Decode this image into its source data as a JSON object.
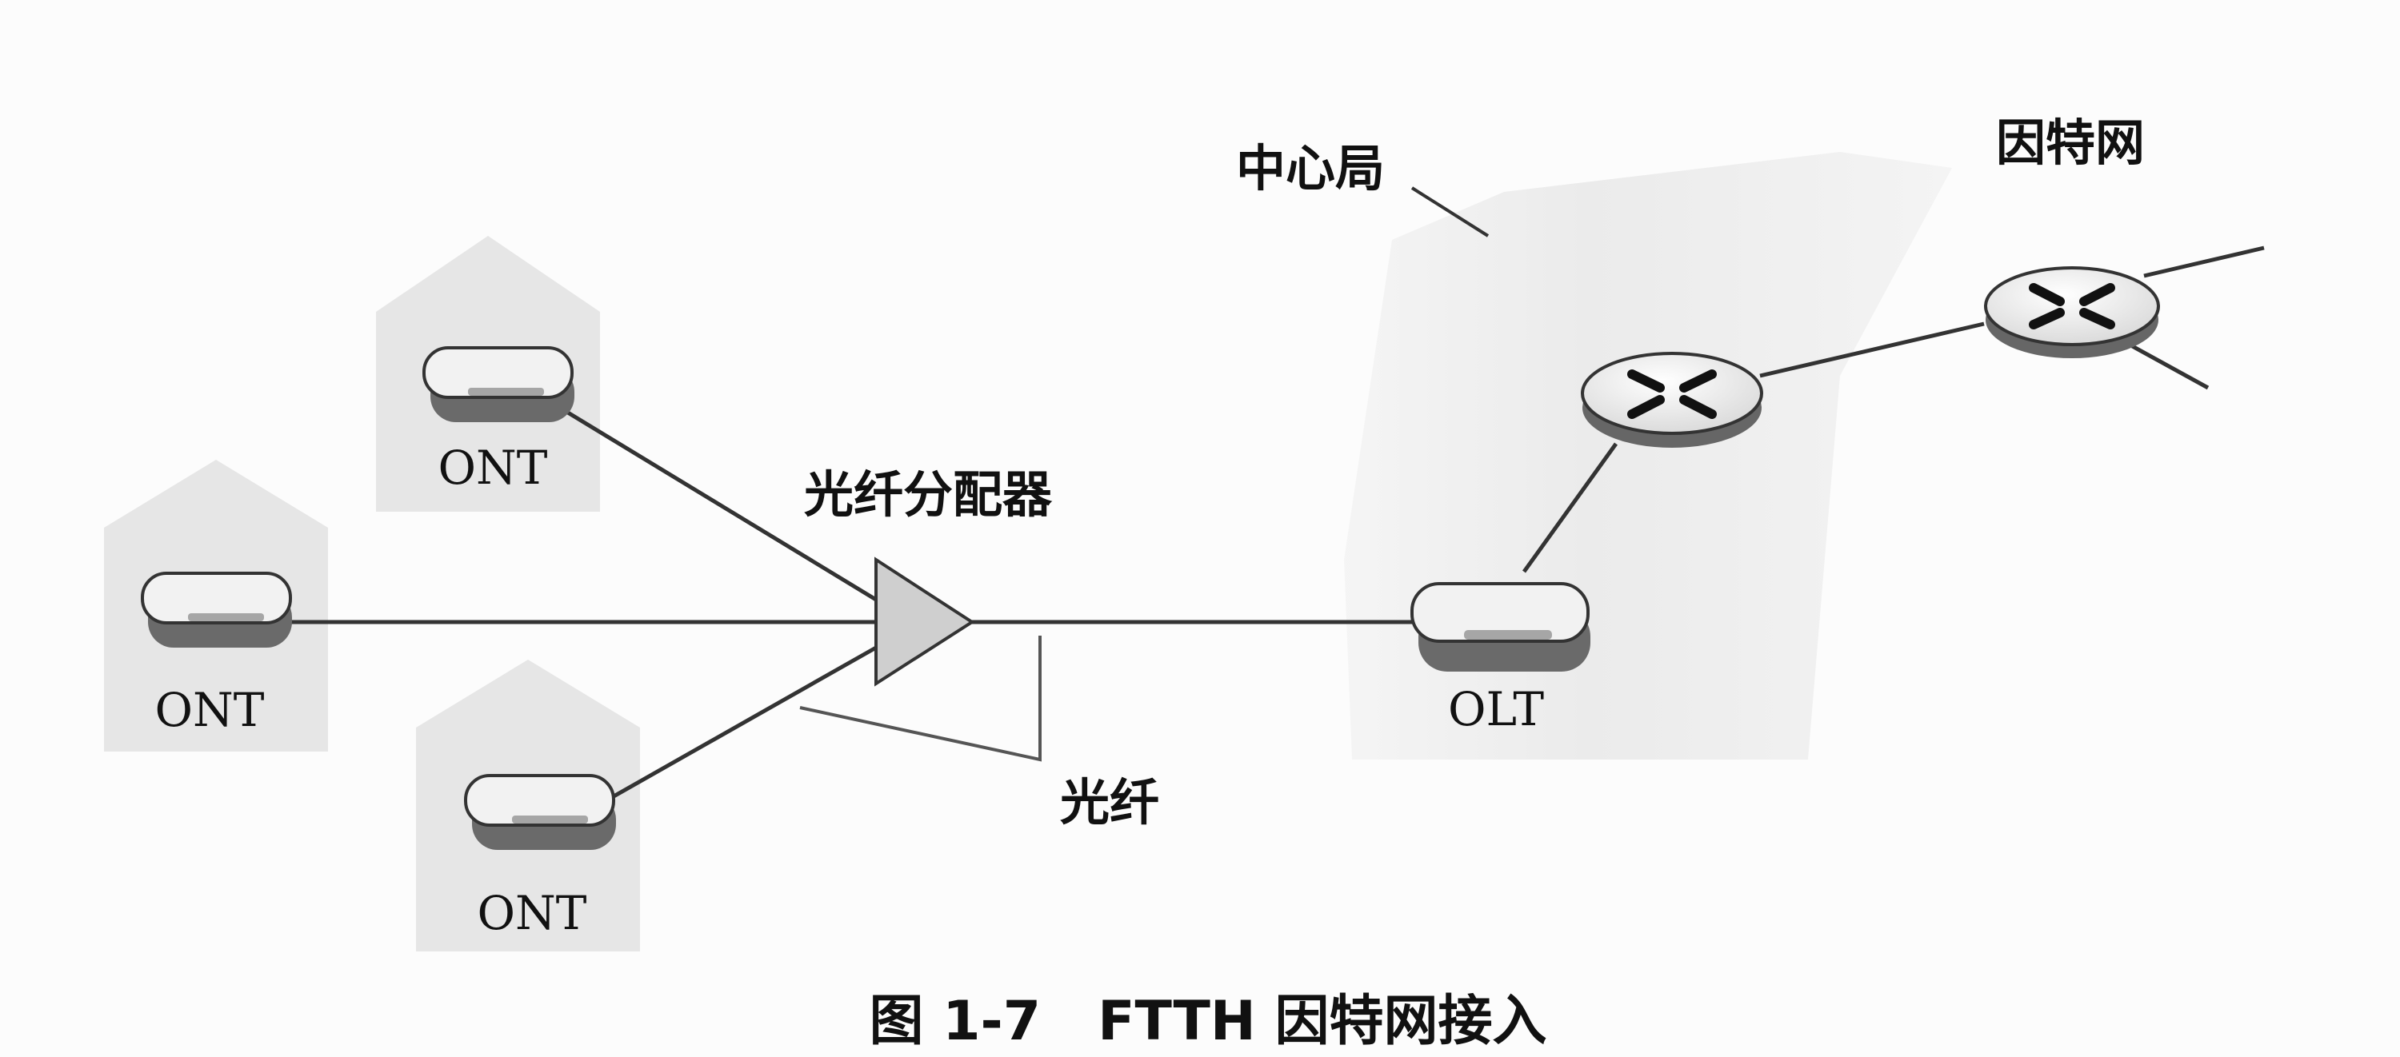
{
  "diagram": {
    "labels": {
      "central_office": "中心局",
      "internet": "因特网",
      "splitter": "光纤分配器",
      "fiber": "光纤",
      "olt": "OLT",
      "ont_top": "ONT",
      "ont_left": "ONT",
      "ont_bottom": "ONT"
    },
    "caption": "图 1-7   FTTH 因特网接入"
  },
  "colors": {
    "background": "#fcfcfc",
    "house": "#e6e6e6",
    "office": "#ededed",
    "line": "#333333",
    "device_light": "#f2f2f2",
    "device_dark": "#6a6a6a"
  }
}
